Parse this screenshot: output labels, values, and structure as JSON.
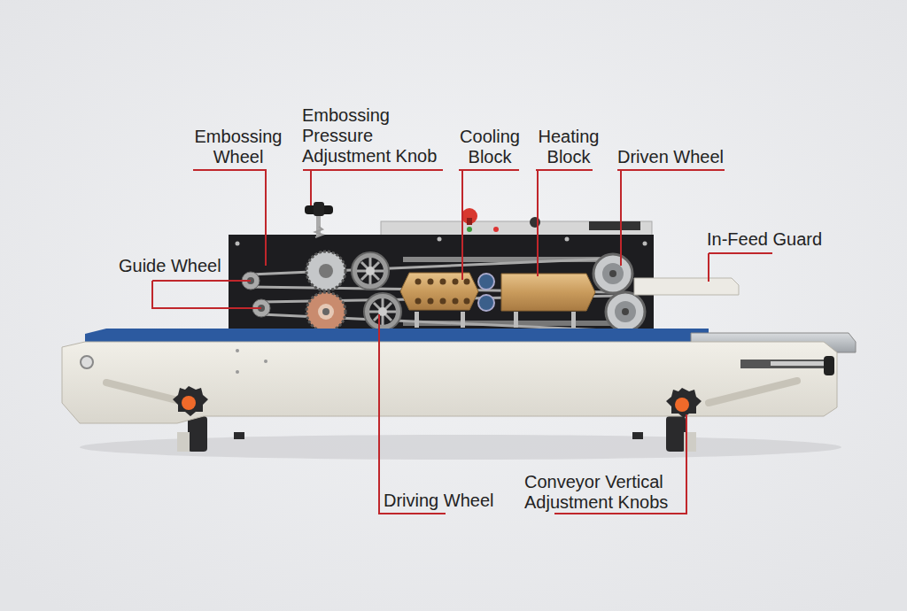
{
  "diagram": {
    "labels": [
      "Embossing Wheel",
      "Embossing Pressure Adjustment Knob",
      "Cooling Block",
      "Heating Block",
      "Driven Wheel",
      "In-Feed Guard",
      "Guide Wheel",
      "Driving Wheel",
      "Conveyor Vertical Adjustment Knobs"
    ]
  }
}
